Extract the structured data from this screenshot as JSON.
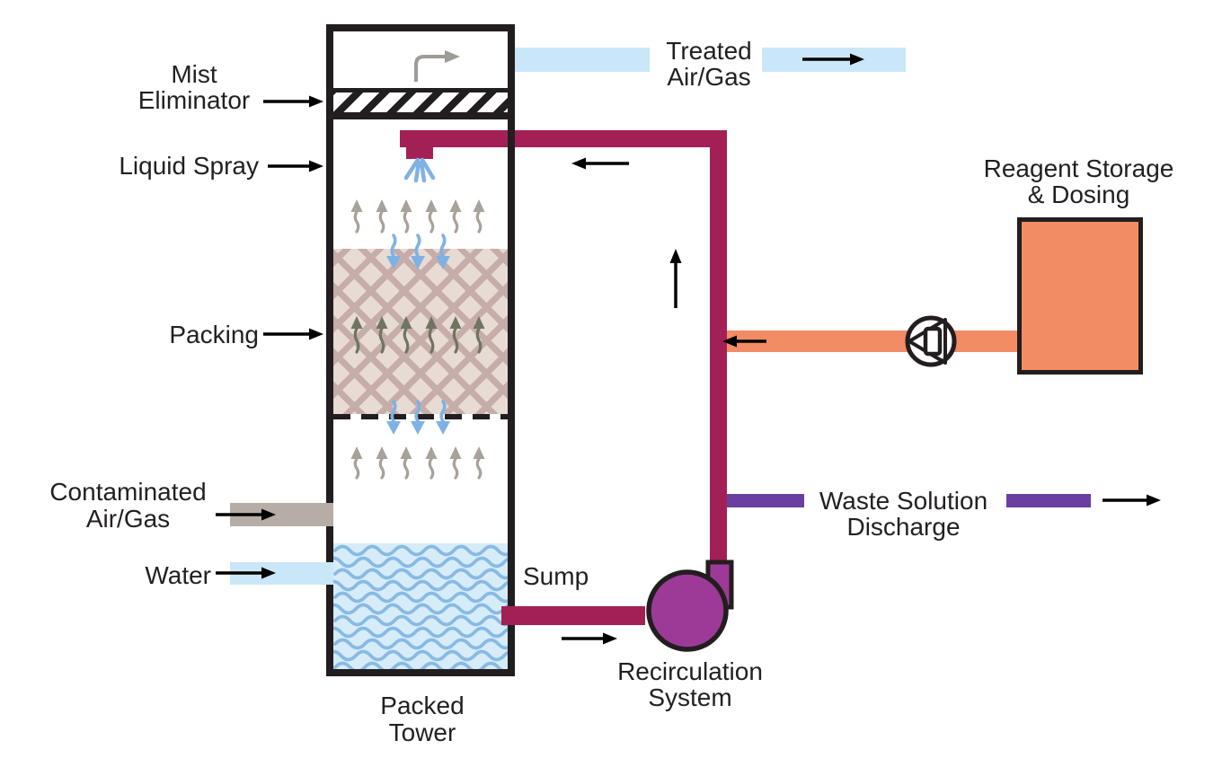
{
  "colors": {
    "ink": "#221e1f",
    "text": "#231f20",
    "magenta": "#a32057",
    "pump_purple": "#9d3a97",
    "waste_purple": "#6b3ea1",
    "orange": "#f28c64",
    "light_blue": "#c9e7f8",
    "spray_blue": "#7fb2e4",
    "wave_blue": "#88bae3",
    "water_bg": "#d6ecf9",
    "gray_pipe": "#b7ada7",
    "gray_arrow": "#a8a29b",
    "olive_arrow": "#707463",
    "curved_arrow_gray": "#9e9a96",
    "packing_bg": "#e8dbd3",
    "packing_lattice": "#c6adaa"
  },
  "labels": {
    "mist_line1": "Mist",
    "mist_line2": "Eliminator",
    "liquid_spray": "Liquid Spray",
    "packing": "Packing",
    "contaminated_line1": "Contaminated",
    "contaminated_line2": "Air/Gas",
    "water": "Water",
    "treated_line1": "Treated",
    "treated_line2": "Air/Gas",
    "reagent_line1": "Reagent Storage",
    "reagent_line2": "& Dosing",
    "waste_line1": "Waste Solution",
    "waste_line2": "Discharge",
    "sump": "Sump",
    "recirculation_line1": "Recirculation",
    "recirculation_line2": "System",
    "packed_line1": "Packed",
    "packed_line2": "Tower"
  }
}
